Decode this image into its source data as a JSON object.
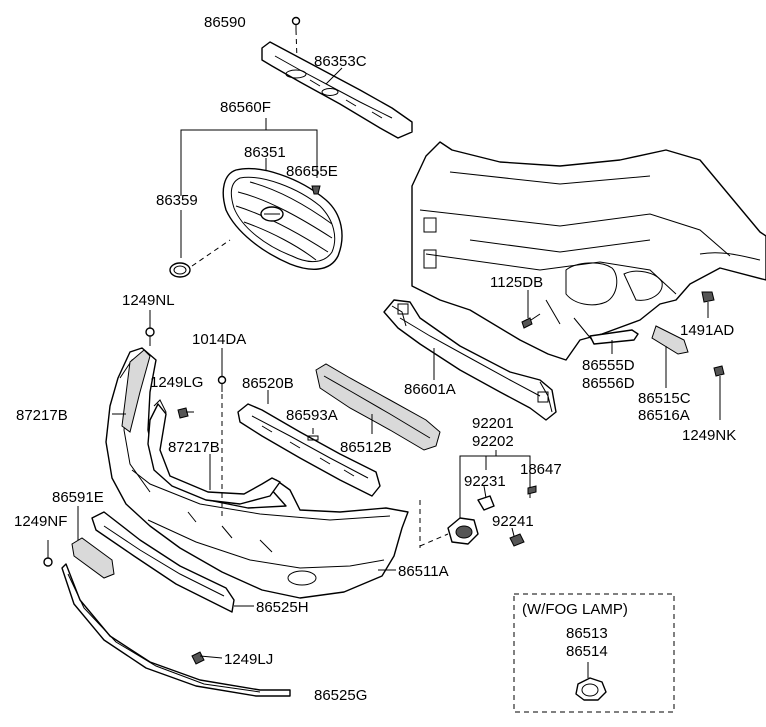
{
  "labels": {
    "p86590": "86590",
    "p86353C": "86353C",
    "p86560F": "86560F",
    "p86351": "86351",
    "p86655E": "86655E",
    "p86359": "86359",
    "p1125DB": "1125DB",
    "p1491AD": "1491AD",
    "p1249NL": "1249NL",
    "p1014DA": "1014DA",
    "p1249LG": "1249LG",
    "p86520B": "86520B",
    "p86593A": "86593A",
    "p86512B": "86512B",
    "p86601A": "86601A",
    "p86555D": "86555D",
    "p86556D": "86556D",
    "p86515C": "86515C",
    "p86516A": "86516A",
    "p1249NK": "1249NK",
    "p87217B_left": "87217B",
    "p87217B_mid": "87217B",
    "p92201": "92201",
    "p92202": "92202",
    "p92231": "92231",
    "p18647": "18647",
    "p92241": "92241",
    "p86591E": "86591E",
    "p1249NF": "1249NF",
    "p86511A": "86511A",
    "p86525H": "86525H",
    "p1249LJ": "1249LJ",
    "p86525G": "86525G"
  },
  "inset": {
    "title": "(W/FOG LAMP)",
    "p86513": "86513",
    "p86514": "86514"
  }
}
